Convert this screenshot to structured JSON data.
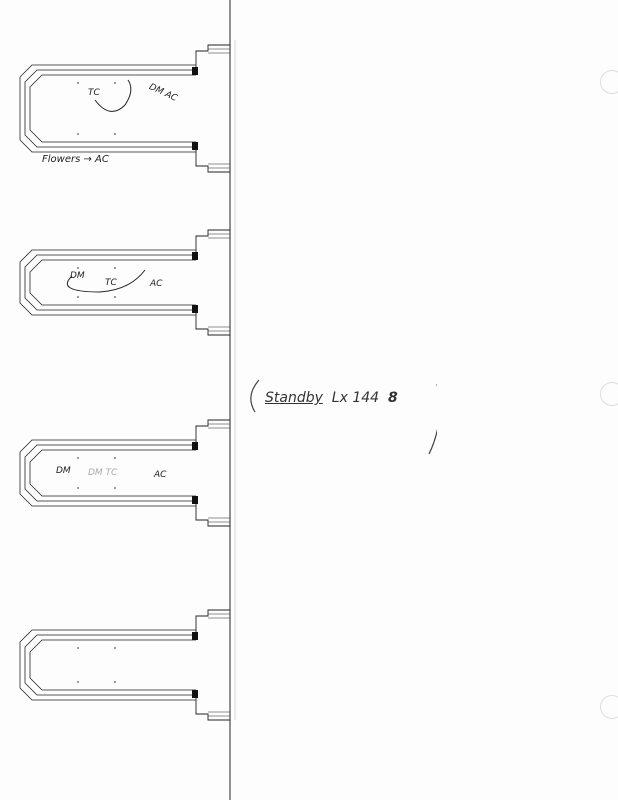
{
  "diagrams": [
    {
      "annotations": {
        "a": "TC",
        "b": "DM AC"
      },
      "caption": "Flowers → AC"
    },
    {
      "annotations": {
        "a": "DM",
        "b": "TC",
        "c": "AC"
      }
    },
    {
      "annotations": {
        "a": "DM",
        "b": "DM TC",
        "c": "AC"
      }
    },
    {
      "annotations": {}
    }
  ],
  "note": {
    "standby": "Standby",
    "cue": "Lx 144",
    "mark": "8"
  },
  "colors": {
    "ink": "#222222",
    "paper": "#fdfdfd"
  }
}
